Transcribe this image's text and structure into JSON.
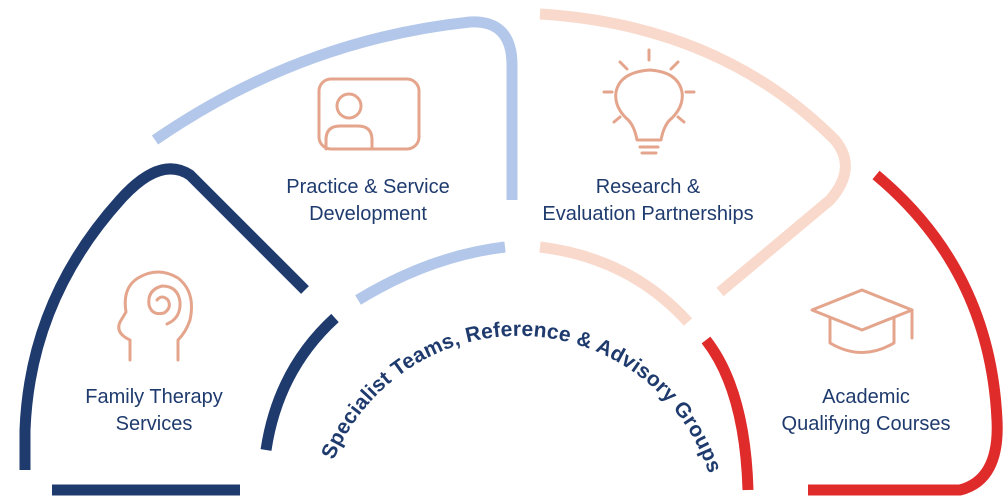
{
  "segments": [
    {
      "id": "family",
      "line1": "Family Therapy",
      "line2": "Services",
      "color": "#1f3b6e",
      "icon": "head-spiral-icon"
    },
    {
      "id": "practice",
      "line1": "Practice & Service",
      "line2": "Development",
      "color": "#b3c7ea",
      "icon": "person-card-icon"
    },
    {
      "id": "research",
      "line1": "Research &",
      "line2": "Evaluation Partnerships",
      "color": "#f9d9cb",
      "icon": "lightbulb-icon"
    },
    {
      "id": "academic",
      "line1": "Academic",
      "line2": "Qualifying Courses",
      "color": "#e02b2b",
      "icon": "graduation-cap-icon"
    }
  ],
  "center": {
    "label": "Specialist Teams, Reference & Advisory Groups"
  },
  "colors": {
    "text": "#1f3b6e",
    "icon": "#e4a58c"
  }
}
